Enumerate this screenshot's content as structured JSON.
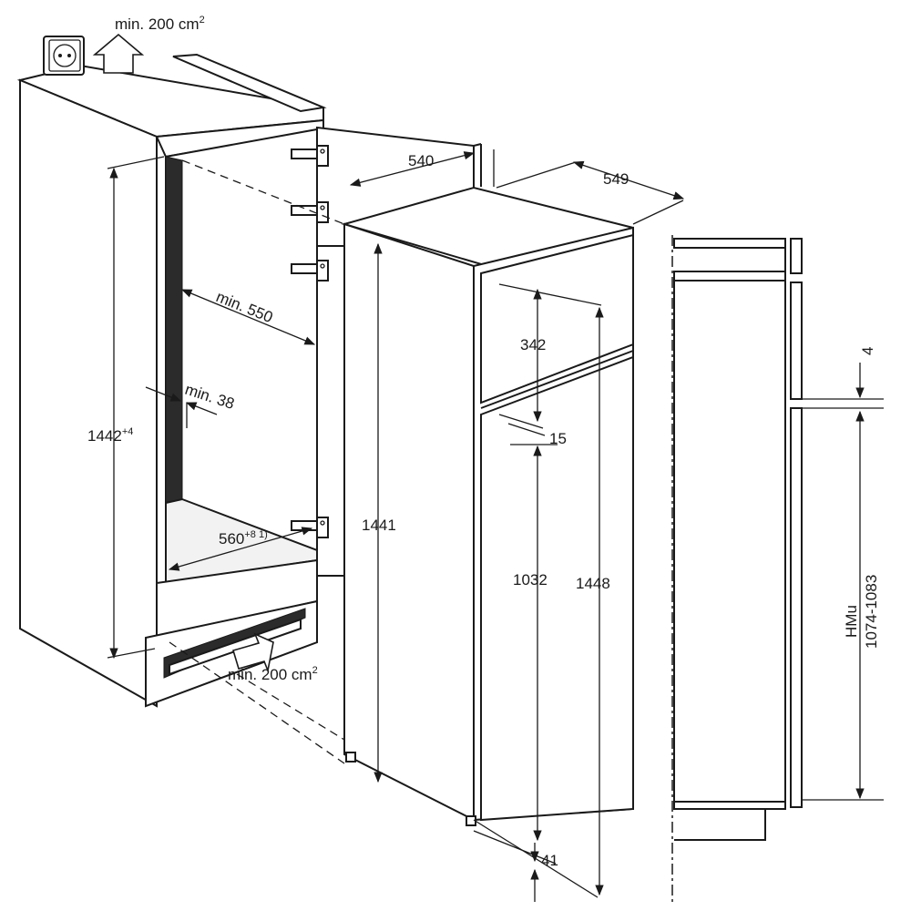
{
  "labels": {
    "vent_top": "min. 200 cm",
    "vent_top_sup": "2",
    "vent_bottom": "min. 200 cm",
    "vent_bottom_sup": "2",
    "niche_height": "1442",
    "niche_height_sup": "+4",
    "niche_depth": "min. 550",
    "side_gap": "min. 38",
    "niche_width": "560",
    "niche_width_sup": "+8 1)",
    "door_width": "540",
    "appliance_depth": "549",
    "appliance_height": "1441",
    "freezer_door_height": "342",
    "door_gap": "15",
    "fridge_door_height": "1032",
    "total_door_height": "1448",
    "bottom_offset": "41",
    "gap_top": "4",
    "hmu_label": "HMu",
    "hmu_range": "1074-1083"
  },
  "icons": [
    "socket-icon",
    "ventilation-arrow-up-icon",
    "ventilation-arrow-in-icon",
    "hinge-icon"
  ]
}
